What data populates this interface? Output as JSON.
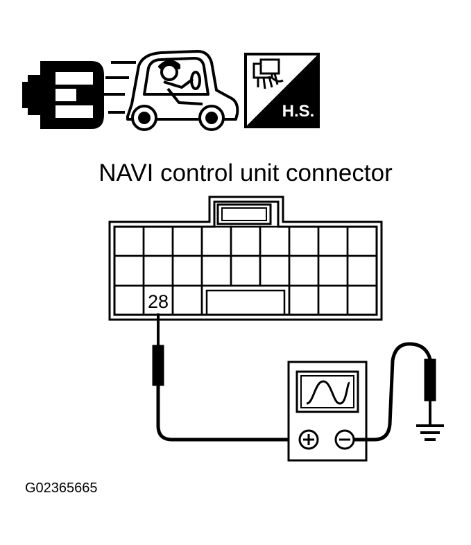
{
  "diagram": {
    "title": "NAVI control unit connector",
    "terminal_label": "28",
    "hot_start_label": "H.S.",
    "figure_id": "G02365665",
    "meter_positive_symbol": "⊕",
    "meter_negative_symbol": "⊖"
  },
  "icons": [
    {
      "name": "connector-disconnected-icon"
    },
    {
      "name": "driving-car-icon"
    },
    {
      "name": "hot-start-icon"
    }
  ],
  "colors": {
    "ink": "#000000",
    "paper": "#ffffff"
  }
}
